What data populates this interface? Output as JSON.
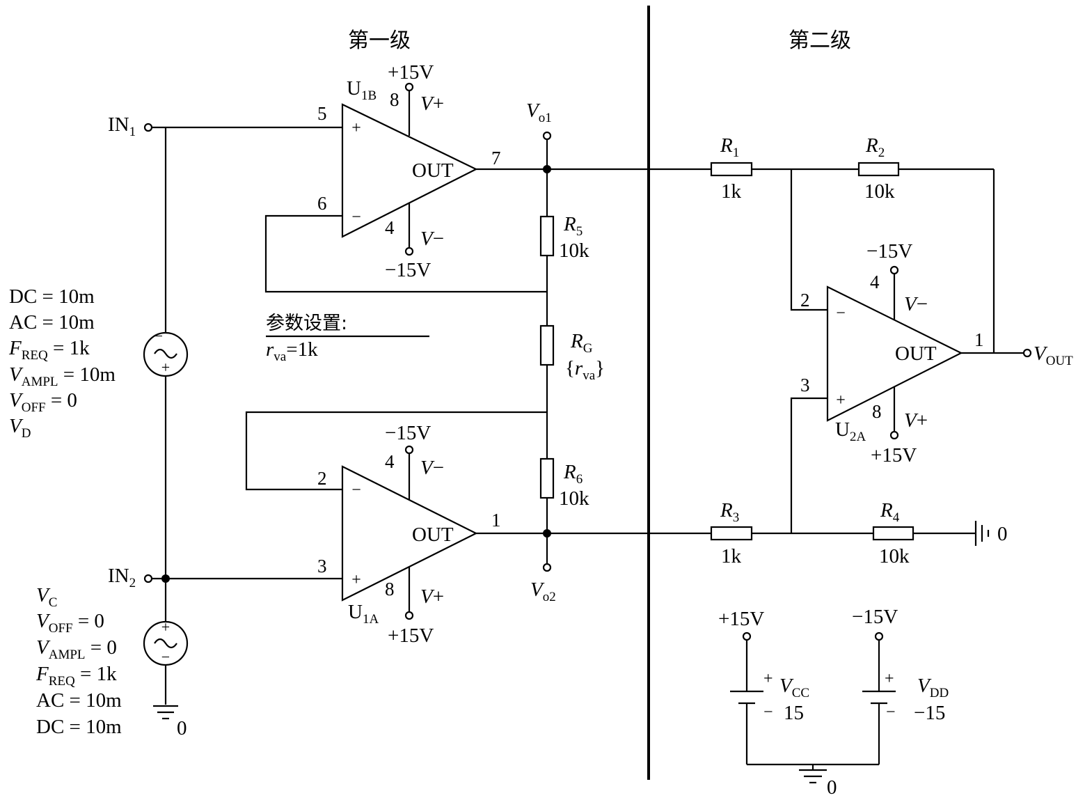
{
  "stage1_title": "第一级",
  "stage2_title": "第二级",
  "inputs": {
    "in1": {
      "base": "IN",
      "sub": "1"
    },
    "in2": {
      "base": "IN",
      "sub": "2"
    }
  },
  "supplies": {
    "pos": "+15V",
    "neg": "−15V"
  },
  "opamps": {
    "u1b": {
      "name": "U",
      "sub": "1B",
      "pin_plus": "5",
      "pin_minus": "6",
      "pin_vp": "8",
      "pin_vm": "4",
      "pin_out": "7"
    },
    "u1a": {
      "name": "U",
      "sub": "1A",
      "pin_plus": "3",
      "pin_minus": "2",
      "pin_vp": "8",
      "pin_vm": "4",
      "pin_out": "1"
    },
    "u2a": {
      "name": "U",
      "sub": "2A",
      "pin_plus": "3",
      "pin_minus": "2",
      "pin_vp": "8",
      "pin_vm": "4",
      "pin_out": "1"
    },
    "out_label": "OUT",
    "plus_sign": "+",
    "minus_sign": "−",
    "vplus": {
      "v": "V",
      "s": "+"
    },
    "vminus": {
      "v": "V",
      "s": "−"
    }
  },
  "resistors": {
    "r1": {
      "name": "R",
      "sub": "1",
      "value": "1k"
    },
    "r2": {
      "name": "R",
      "sub": "2",
      "value": "10k"
    },
    "r3": {
      "name": "R",
      "sub": "3",
      "value": "1k"
    },
    "r4": {
      "name": "R",
      "sub": "4",
      "value": "10k"
    },
    "r5": {
      "name": "R",
      "sub": "5",
      "value": "10k"
    },
    "r6": {
      "name": "R",
      "sub": "6",
      "value": "10k"
    },
    "rg": {
      "name": "R",
      "sub": "G",
      "value_open": "{",
      "value_r": "r",
      "value_sub": "va",
      "value_close": "}"
    }
  },
  "nodes": {
    "vo1": {
      "v": "V",
      "sub": "o1"
    },
    "vo2": {
      "v": "V",
      "sub": "o2"
    },
    "vout": {
      "v": "V",
      "sub": "OUT"
    }
  },
  "ground_label": "0",
  "params": {
    "title": "参数设置:",
    "r": "r",
    "sub": "va",
    "rest": "=1k"
  },
  "vd_source": {
    "lines": [
      {
        "pre": "DC = 10m"
      },
      {
        "pre": "AC = 10m"
      },
      {
        "v": "F",
        "sub": "REQ",
        "post": " = 1k"
      },
      {
        "v": "V",
        "sub": "AMPL",
        "post": " = 10m"
      },
      {
        "v": "V",
        "sub": "OFF",
        "post": " = 0"
      },
      {
        "v": "V",
        "sub": "D",
        "post": ""
      }
    ]
  },
  "vc_source": {
    "lines": [
      {
        "v": "V",
        "sub": "C",
        "post": ""
      },
      {
        "v": "V",
        "sub": "OFF",
        "post": " = 0"
      },
      {
        "v": "V",
        "sub": "AMPL",
        "post": " = 0"
      },
      {
        "v": "F",
        "sub": "REQ",
        "post": " = 1k"
      },
      {
        "pre": "AC = 10m"
      },
      {
        "pre": "DC = 10m"
      }
    ]
  },
  "batteries": {
    "vcc": {
      "v": "V",
      "sub": "CC",
      "value": "15"
    },
    "vdd": {
      "v": "V",
      "sub": "DD",
      "value": "−15"
    },
    "plus": "+",
    "minus": "−"
  }
}
